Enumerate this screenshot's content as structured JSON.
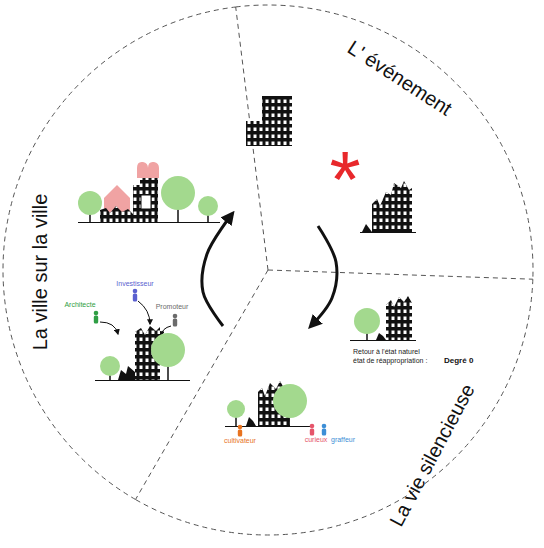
{
  "diagram": {
    "nodes": [
      {
        "text": [
          "L' événement"
        ]
      },
      {
        "text": [
          "La vie silencieuse"
        ]
      },
      {
        "text": [
          "La ville sur la ville"
        ]
      }
    ],
    "edges": [
      {
        "from": 0,
        "to": 1,
        "arrow": "to"
      },
      {
        "from": 2,
        "to": 0,
        "arrow": "to"
      }
    ],
    "labels": [
      "*",
      "Retour à l'état naturel",
      "état de réappropriation :",
      "Degré 0",
      "cultivateur",
      "curieux",
      "graffeur",
      "Investisseur",
      "Architecte",
      "Promoteur"
    ]
  }
}
